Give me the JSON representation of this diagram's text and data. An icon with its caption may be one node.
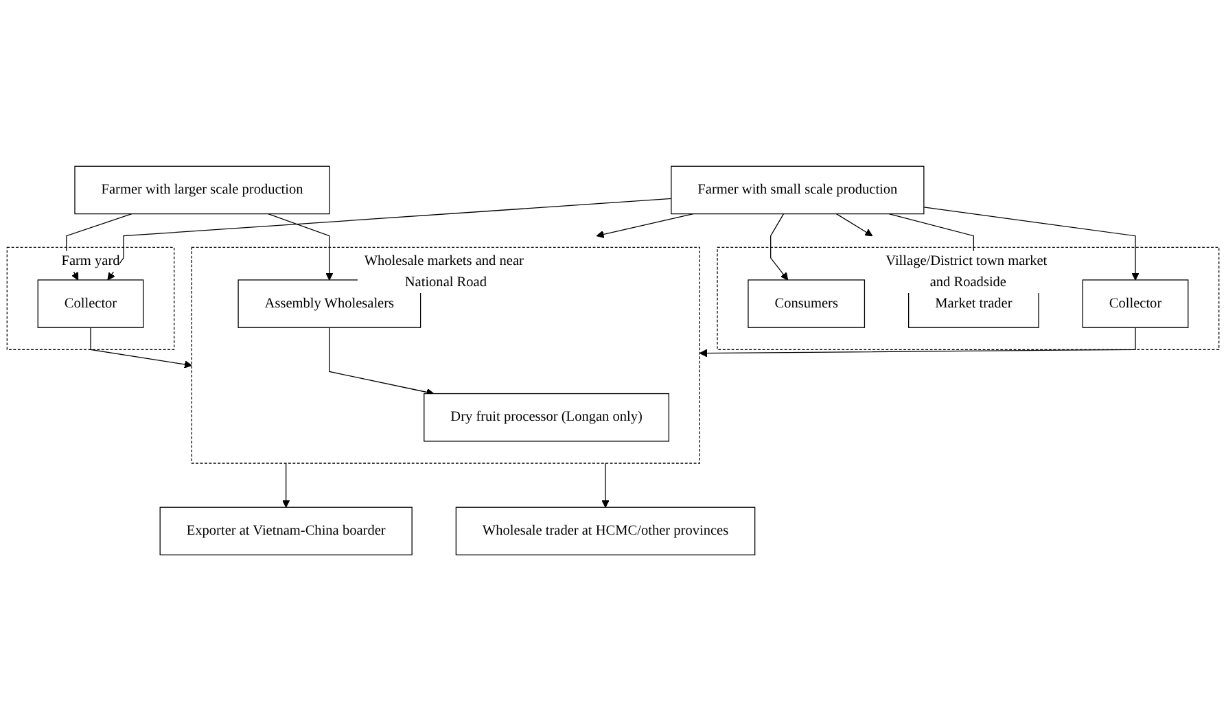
{
  "diagram": {
    "nodes": [
      {
        "text": [
          "Farmer with larger scale production"
        ]
      },
      {
        "text": [
          "Farm yard"
        ]
      },
      {
        "text": [
          "Collector"
        ],
        "in": 1
      },
      {
        "text": [
          "Farmer with small scale production"
        ]
      },
      {
        "text": [
          "Wholesale markets and near National Road"
        ]
      },
      {
        "text": [
          "Assembly Wholesalers"
        ],
        "in": 4
      },
      {
        "text": [
          "Dry fruit processor (Longan only)"
        ],
        "in": 4
      },
      {
        "text": [
          "Village/District town market and Roadside"
        ]
      },
      {
        "text": [
          "Collector"
        ],
        "in": 7
      },
      {
        "text": [
          "Market trader"
        ],
        "in": 7
      },
      {
        "text": [
          "Consumers"
        ],
        "in": 7
      },
      {
        "text": [
          "Exporter at Vietnam-China boarder"
        ]
      },
      {
        "text": [
          "Wholesale trader at HCMC/other provinces"
        ]
      }
    ],
    "edges": [
      {
        "from": 0,
        "to": 2,
        "arrow": "to"
      },
      {
        "from": 3,
        "to": 2,
        "arrow": "to"
      },
      {
        "from": 2,
        "to": 4,
        "arrow": "to"
      },
      {
        "from": 3,
        "to": 4,
        "arrow": "to"
      },
      {
        "from": 3,
        "to": 7,
        "arrow": "to"
      },
      {
        "from": 0,
        "to": 5,
        "arrow": "to"
      },
      {
        "from": 8,
        "to": 4,
        "arrow": "to"
      },
      {
        "from": 5,
        "to": 6,
        "arrow": "to"
      },
      {
        "from": 4,
        "to": 11,
        "arrow": "to"
      },
      {
        "from": 4,
        "to": 12,
        "arrow": "to"
      },
      {
        "from": 3,
        "to": 8,
        "arrow": "to"
      },
      {
        "from": 3,
        "to": 9,
        "arrow": "to"
      },
      {
        "from": 3,
        "to": 10,
        "arrow": "to"
      }
    ]
  }
}
